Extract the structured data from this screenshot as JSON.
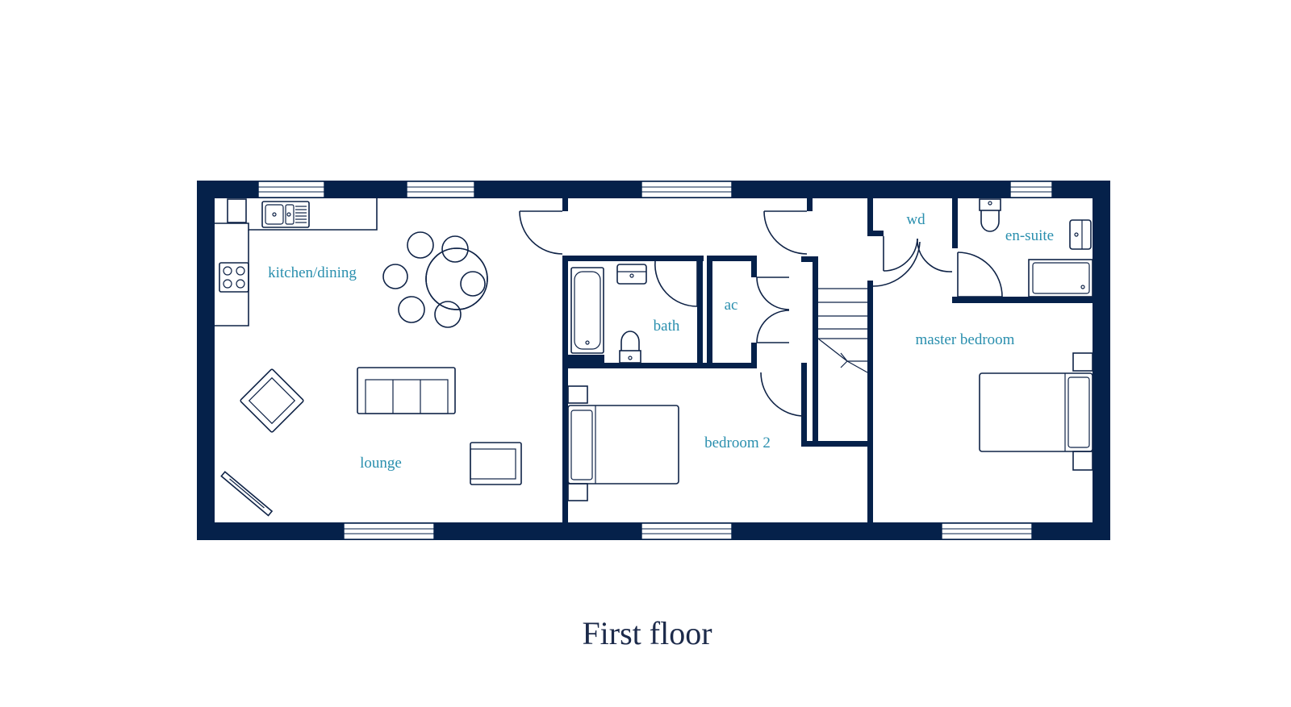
{
  "caption": "First floor",
  "rooms": {
    "kitchen_dining": "kitchen/dining",
    "lounge": "lounge",
    "bath": "bath",
    "ac": "ac",
    "bedroom_2": "bedroom 2",
    "wd": "wd",
    "en_suite": "en-suite",
    "master_bedroom": "master bedroom"
  },
  "colors": {
    "wall": "#05214a",
    "label": "#2a8fae",
    "caption": "#1c2a4a"
  }
}
